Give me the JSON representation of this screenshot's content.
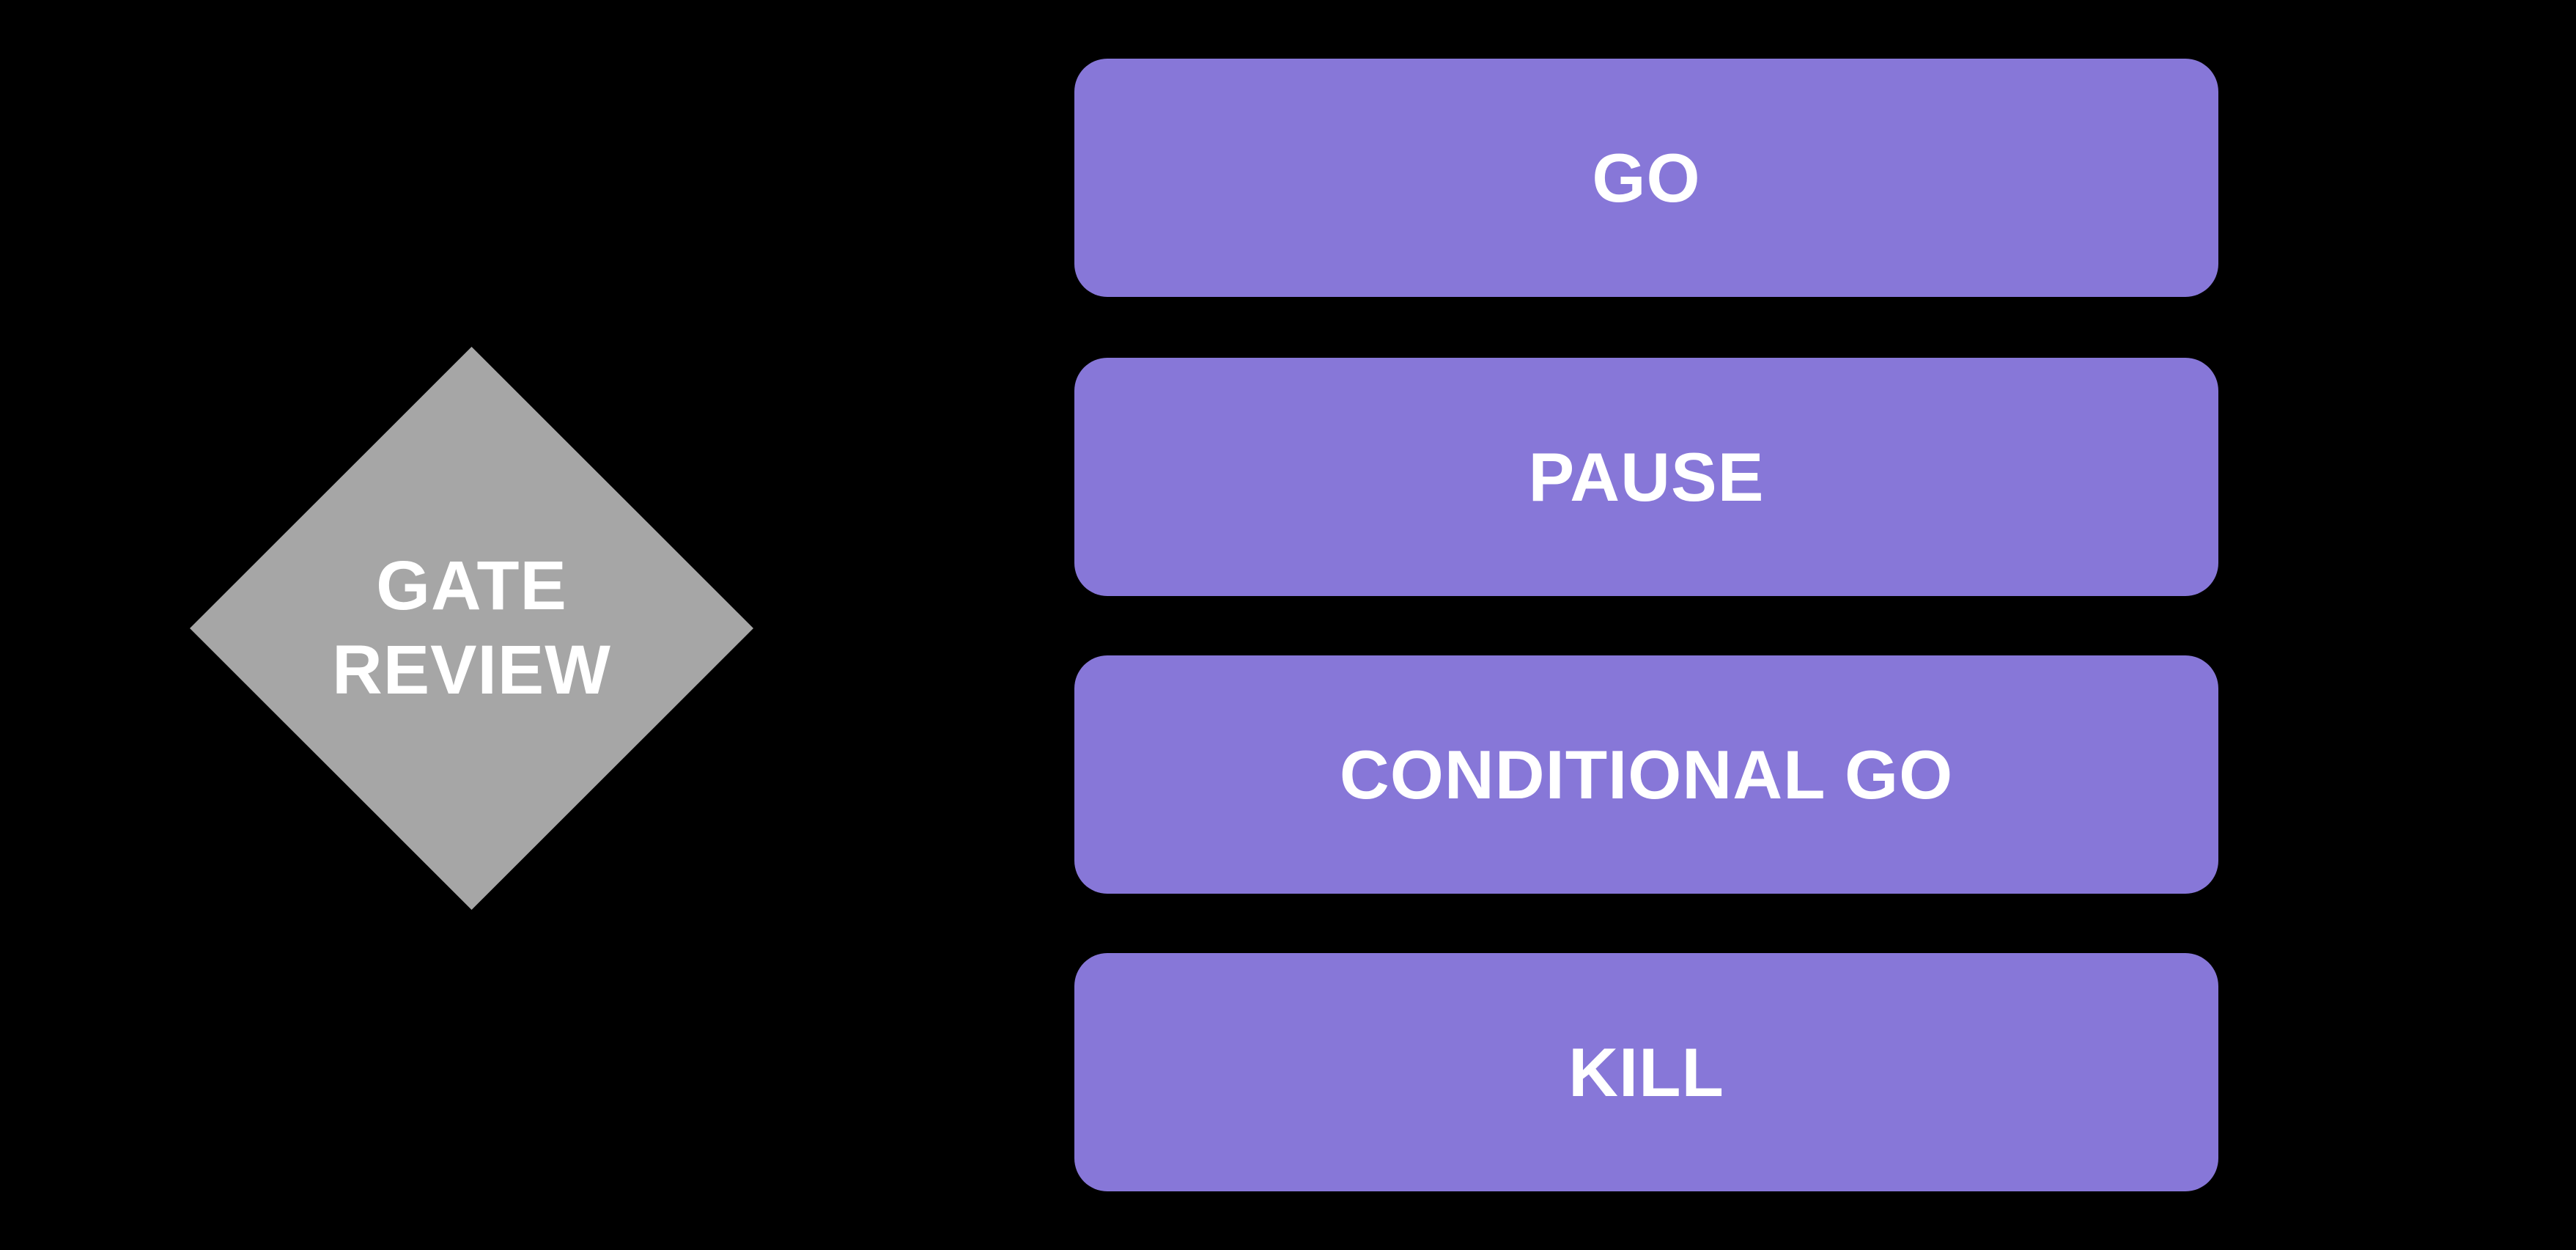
{
  "diagram": {
    "background": "#000000"
  },
  "diamond": {
    "label": "GATE REVIEW",
    "label_lines": [
      "GATE",
      "REVIEW"
    ],
    "fill": "#A6A6A6",
    "text_color": "#FFFFFF"
  },
  "outcomes": [
    {
      "label": "GO"
    },
    {
      "label": "PAUSE"
    },
    {
      "label": "CONDITIONAL GO"
    },
    {
      "label": "KILL"
    }
  ],
  "colors": {
    "background": "#000000",
    "diamond_fill": "#A6A6A6",
    "box_fill": "#8777D8",
    "text": "#FFFFFF"
  }
}
